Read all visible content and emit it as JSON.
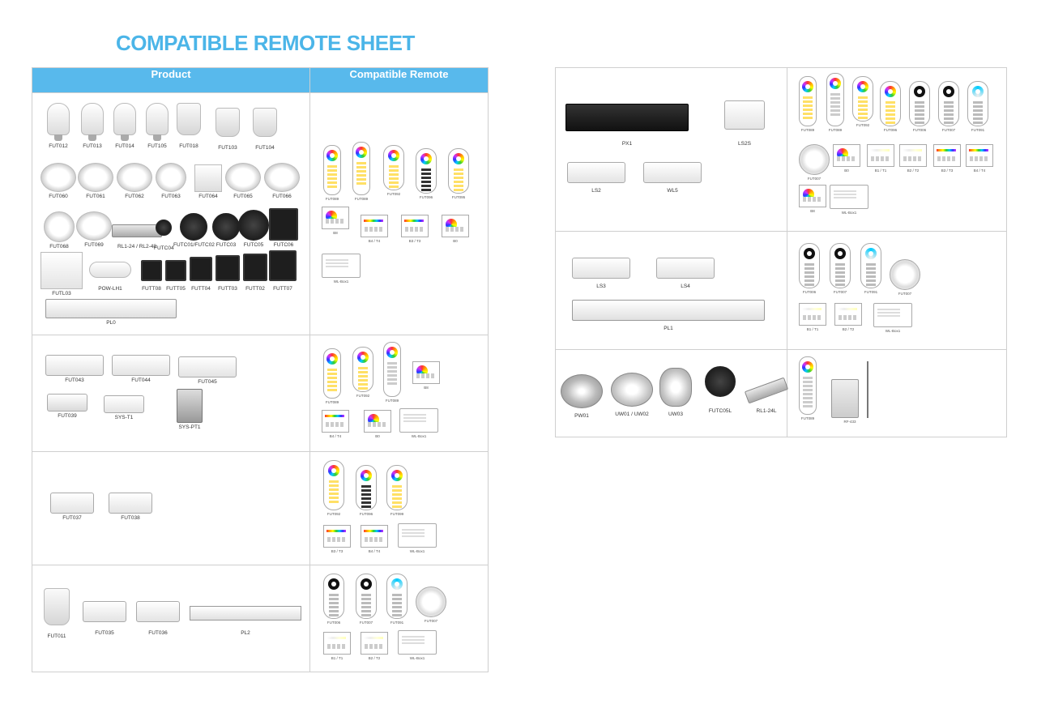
{
  "title": "COMPATIBLE REMOTE SHEET",
  "headers": {
    "product": "Product",
    "remote": "Compatible Remote"
  },
  "left": {
    "row1": {
      "products": [
        "FUT012",
        "FUT013",
        "FUT014",
        "FUT105",
        "FUT018",
        "FUT103",
        "FUT104",
        "FUT060",
        "FUT061",
        "FUT062",
        "FUT063",
        "FUT064",
        "FUT065",
        "FUT066",
        "FUT068",
        "FUT069",
        "RL1-24 / RL2-48",
        "FUTC04",
        "FUTC01/FUTC02",
        "FUTC03",
        "FUTC05",
        "FUTC06",
        "FUTL03",
        "POW-LH1",
        "FUTT08",
        "FUTT05",
        "FUTT04",
        "FUTT03",
        "FUTT02",
        "FUTT07",
        "PL0"
      ],
      "remotes": [
        "FUT089",
        "FUT089",
        "FUT092",
        "FUT096",
        "FUT095",
        "B8",
        "B4 / T4",
        "B3 / T3",
        "B0",
        "WL-Box1"
      ]
    },
    "row2": {
      "products": [
        "FUT043",
        "FUT044",
        "FUT045",
        "FUT039",
        "SYS-T1",
        "SYS-PT1"
      ],
      "remotes": [
        "FUT089",
        "FUT092",
        "FUT089",
        "B8",
        "B4 / T4",
        "B0",
        "WL-Box1"
      ]
    },
    "row3": {
      "products": [
        "FUT037",
        "FUT038"
      ],
      "remotes": [
        "FUT092",
        "FUT096",
        "FUT099",
        "B3 / T3",
        "B4 / T4",
        "WL-Box1"
      ]
    },
    "row4": {
      "products": [
        "FUT011",
        "FUT035",
        "FUT036",
        "PL2"
      ],
      "remotes": [
        "FUT006",
        "FUT007",
        "FUT091",
        "FUT007",
        "B1 / T1",
        "B2 / T2",
        "WL-Box1"
      ]
    }
  },
  "right": {
    "row1": {
      "products": [
        "PX1",
        "LS2S",
        "LS2",
        "WL5"
      ],
      "remotes": [
        "FUT089",
        "FUT089",
        "FUT092",
        "FUT096",
        "FUT006",
        "FUT007",
        "FUT091",
        "FUT007",
        "B0",
        "B1 / T1",
        "B2 / T2",
        "B3 / T3",
        "B4 / T4",
        "B8",
        "WL-Box1"
      ]
    },
    "row2": {
      "products": [
        "LS3",
        "LS4",
        "PL1"
      ],
      "remotes": [
        "FUT006",
        "FUT007",
        "FUT091",
        "FUT007",
        "B1 / T1",
        "B2 / T2",
        "WL-Box1"
      ]
    },
    "row3": {
      "products": [
        "PW01",
        "UW01 / UW02",
        "UW03",
        "FUTC05L",
        "RL1-24L"
      ],
      "remotes": [
        "FUT089",
        "RF-433"
      ]
    }
  }
}
